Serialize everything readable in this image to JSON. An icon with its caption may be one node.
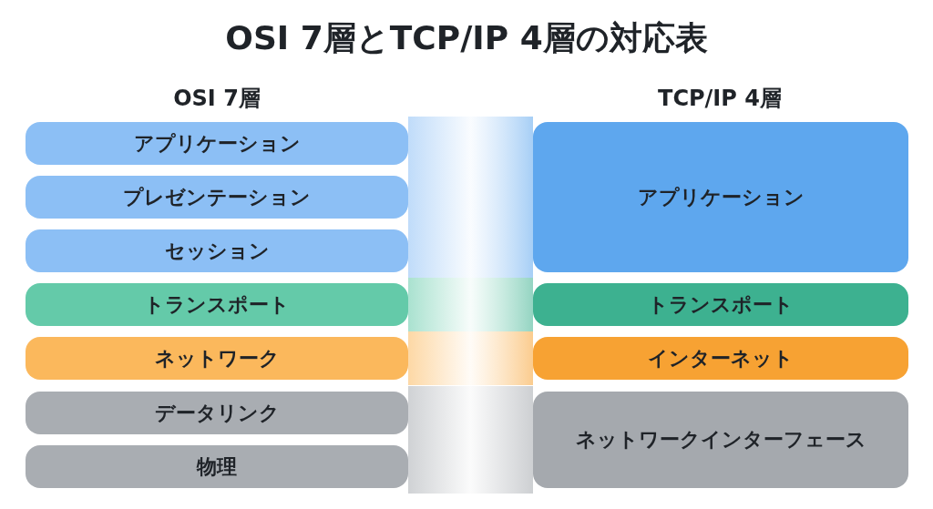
{
  "diagram": {
    "title": "OSI 7層とTCP/IP 4層の対応表",
    "nodes": [
      {
        "text": [
          "アプリケーション"
        ]
      },
      {
        "text": [
          "プレゼンテーション"
        ]
      },
      {
        "text": [
          "セッション"
        ]
      },
      {
        "text": [
          "トランスポート"
        ]
      },
      {
        "text": [
          "ネットワーク"
        ]
      },
      {
        "text": [
          "データリンク"
        ]
      },
      {
        "text": [
          "物理"
        ]
      },
      {
        "text": [
          "アプリケーション"
        ]
      },
      {
        "text": [
          "トランスポート"
        ]
      },
      {
        "text": [
          "インターネット"
        ]
      },
      {
        "text": [
          "ネットワークインターフェース"
        ]
      }
    ],
    "edges": [
      {
        "from": 0,
        "to": 7,
        "arrow": "none"
      },
      {
        "from": 1,
        "to": 7,
        "arrow": "none"
      },
      {
        "from": 2,
        "to": 7,
        "arrow": "none"
      },
      {
        "from": 3,
        "to": 8,
        "arrow": "none"
      },
      {
        "from": 4,
        "to": 9,
        "arrow": "none"
      },
      {
        "from": 5,
        "to": 10,
        "arrow": "none"
      },
      {
        "from": 6,
        "to": 10,
        "arrow": "none"
      }
    ],
    "labels": [
      "OSI 7層",
      "TCP/IP 4層"
    ]
  }
}
